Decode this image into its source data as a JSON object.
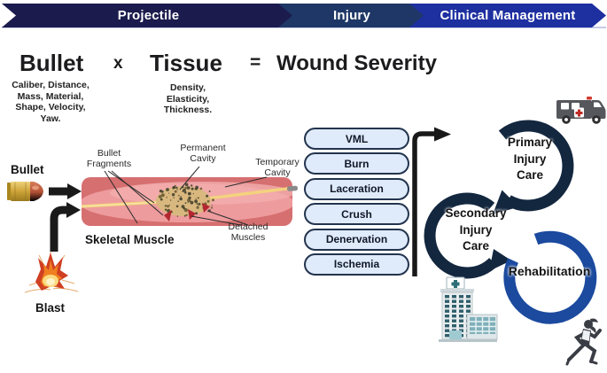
{
  "banner": {
    "segments": [
      {
        "label": "Projectile"
      },
      {
        "label": "Injury"
      },
      {
        "label": "Clinical Management"
      }
    ]
  },
  "equation": {
    "term1": "Bullet",
    "operator": "x",
    "term2": "Tissue",
    "equals": "=",
    "result": "Wound Severity",
    "term1_factors": [
      "Caliber, Distance,",
      "Mass, Material,",
      "Shape, Velocity,",
      "Yaw."
    ],
    "term2_factors": [
      "Density,",
      "Elasticity,",
      "Thickness."
    ]
  },
  "figure": {
    "bullet_label": "Bullet",
    "blast_label": "Blast",
    "skeletal_muscle_label": "Skeletal Muscle",
    "annotations": {
      "bullet_fragments": [
        "Bullet",
        "Fragments"
      ],
      "permanent_cavity": [
        "Permanent",
        "Cavity"
      ],
      "temporary_cavity": [
        "Temporary",
        "Cavity"
      ],
      "detached_muscles": [
        "Detached",
        "Muscles"
      ]
    }
  },
  "injury_types": [
    "VML",
    "Burn",
    "Laceration",
    "Crush",
    "Denervation",
    "Ischemia"
  ],
  "care_cycle": {
    "primary": {
      "lines": [
        "Primary",
        "Injury",
        "Care"
      ]
    },
    "secondary": {
      "lines": [
        "Secondary",
        "Injury",
        "Care"
      ]
    },
    "rehabilitation": {
      "label": "Rehabilitation"
    }
  },
  "icons": {
    "bullet": "bullet-cartridge-icon",
    "blast": "explosion-icon",
    "ambulance": "ambulance-icon",
    "hospital": "hospital-icon",
    "runner": "running-person-icon"
  },
  "colors": {
    "seg1": "#1b1b4d",
    "seg2": "#1e3766",
    "seg3": "#1e2fa0",
    "navy": "#13273f",
    "blue": "#1b4a9e",
    "pill-bg": "#dfeafa",
    "pill-border": "#23344e",
    "muscle": "#d66f70",
    "muscle-light": "#ee9b9d"
  }
}
